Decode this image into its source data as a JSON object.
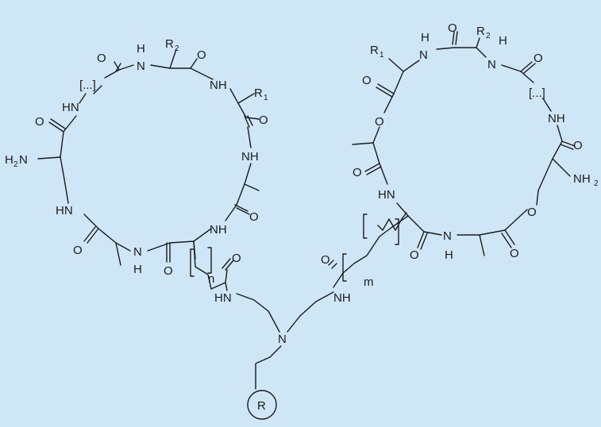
{
  "background_color": "#cfe6f7",
  "stroke_color": "#1b1b1b",
  "left_ring": {
    "atoms": {
      "o1": "O",
      "nh1": "N",
      "h1": "H",
      "r2": "R",
      "r2_sub": "2",
      "o2": "O",
      "bracket": "[...]",
      "hn_left": "HN",
      "nh_right": "NH",
      "r1": "R",
      "r1_sub": "1",
      "o3": "O",
      "o4": "O",
      "h2n_h": "H",
      "h2n_sub": "2",
      "h2n_n": "N",
      "nh_mid": "NH",
      "hn_low": "HN",
      "o5": "O",
      "nh_lower_right": "NH",
      "o6": "O",
      "nh_bottom": "N",
      "h_bottom": "H",
      "o7": "O"
    }
  },
  "right_ring": {
    "atoms": {
      "r1": "R",
      "r1_sub": "1",
      "h_top1": "H",
      "n_top1": "N",
      "o_top": "O",
      "r2": "R",
      "r2_sub": "2",
      "h_top2": "H",
      "n_top2": "N",
      "o_right_top": "O",
      "o_left_top": "O",
      "bracket": "[...]",
      "o_ring": "O",
      "nh_right": "NH",
      "o_right": "O",
      "o_mid": "O",
      "nh2_n": "NH",
      "nh2_sub": "2",
      "hn_left": "HN",
      "o_low": "O",
      "o_bottom_left": "O",
      "n_bottom": "N",
      "h_bottom": "H",
      "o_bottom_right": "O"
    }
  },
  "linker": {
    "n_subscript": "n",
    "m_subscript": "m",
    "o_left": "O",
    "o_right": "O",
    "hn_left": "HN",
    "nh_right": "NH",
    "n_center": "N",
    "r_group": "R"
  }
}
